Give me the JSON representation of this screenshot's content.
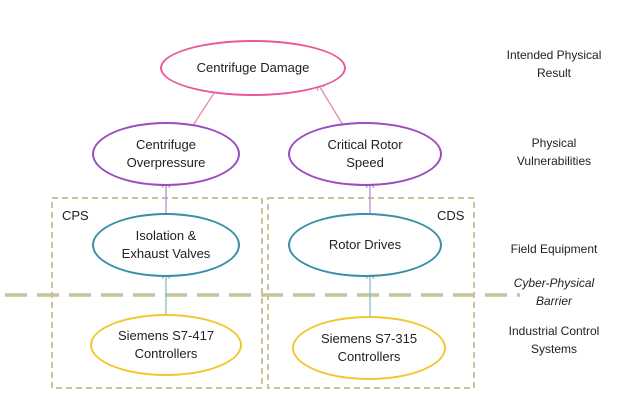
{
  "nodes": {
    "centrifuge_damage": "Centrifuge Damage",
    "centrifuge_overpressure": "Centrifuge\nOverpressure",
    "critical_rotor_speed": "Critical Rotor\nSpeed",
    "isolation_exhaust_valves": "Isolation &\nExhaust Valves",
    "rotor_drives": "Rotor Drives",
    "siemens_s7_417": "Siemens S7-417\nControllers",
    "siemens_s7_315": "Siemens S7-315\nControllers"
  },
  "groups": {
    "cps": "CPS",
    "cds": "CDS"
  },
  "levels": {
    "intended_physical_result": "Intended Physical\nResult",
    "physical_vulnerabilities": "Physical\nVulnerabilities",
    "field_equipment": "Field Equipment",
    "cyber_physical_barrier": "Cyber-Physical\nBarrier",
    "industrial_control_systems": "Industrial Control\nSystems"
  },
  "colors": {
    "intended_result": "#e8589a",
    "vulnerability": "#9a4cc0",
    "field_equipment": "#3a8fa6",
    "controller": "#f2c72e",
    "dashed_boxes_and_barrier": "#c9c29a",
    "arrow_pink": "#e58ab8",
    "arrow_purple": "#b48ad4",
    "arrow_teal": "#8ab8cc"
  }
}
